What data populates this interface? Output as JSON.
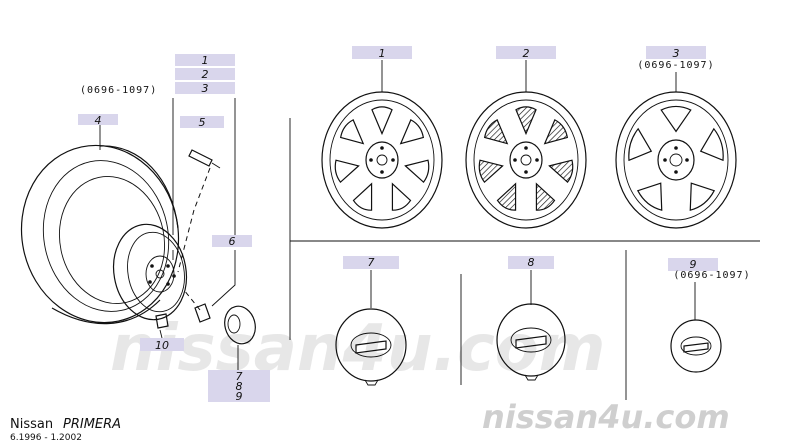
{
  "colors": {
    "label_box": "#d9d6ec",
    "ink": "#111111",
    "watermark": "#c8c8c8"
  },
  "date_note": "(0696-1097)",
  "left_labels": {
    "l1": "1",
    "l2": "2",
    "l3": "3",
    "l4": "4",
    "l5": "5",
    "l6": "6",
    "l10": "10",
    "l7": "7",
    "l8": "8",
    "l9": "9"
  },
  "wheels": [
    {
      "label": "1",
      "type": "alloy-7-spoke"
    },
    {
      "label": "2",
      "type": "alloy-7-spoke-painted"
    },
    {
      "label": "3",
      "type": "alloy-5-spoke",
      "note": "(0696-1097)"
    }
  ],
  "caps": [
    {
      "label": "7"
    },
    {
      "label": "8"
    },
    {
      "label": "9",
      "note": "(0696-1097)"
    }
  ],
  "footer": {
    "brand": "Nissan",
    "model": "PRIMERA",
    "date_range": "6.1996 - 1.2002"
  },
  "watermark": {
    "text": "nissan4u.com"
  }
}
